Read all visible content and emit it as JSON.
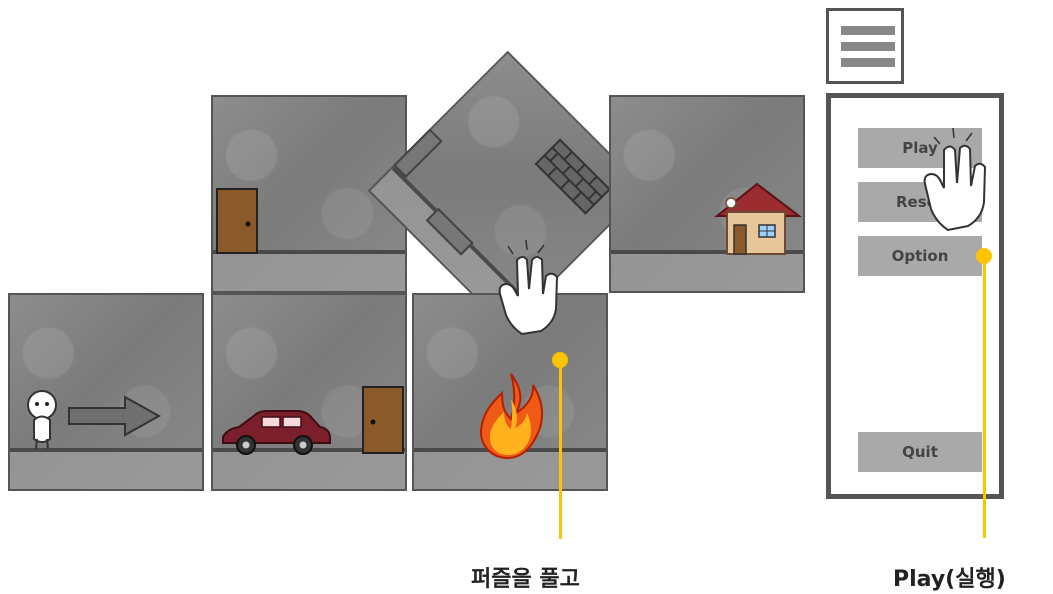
{
  "game": {
    "tiles": [
      {
        "id": "top-left-room",
        "contents": [
          "door"
        ]
      },
      {
        "id": "rotated-room",
        "contents": [
          "brick-wall",
          "ledge-left",
          "ledge-bottom"
        ]
      },
      {
        "id": "top-right-room",
        "contents": [
          "house"
        ]
      },
      {
        "id": "bottom-left-room",
        "contents": [
          "character",
          "arrow"
        ]
      },
      {
        "id": "middle-bottom-room",
        "contents": [
          "car",
          "door"
        ]
      },
      {
        "id": "bottom-right-room",
        "contents": [
          "fire"
        ]
      }
    ]
  },
  "menu": {
    "icon_name": "hamburger-menu-icon",
    "buttons": [
      {
        "label": "Play"
      },
      {
        "label": "Reset"
      },
      {
        "label": "Option"
      },
      {
        "label": "Quit"
      }
    ]
  },
  "annotations": {
    "left_caption": "퍼즐을 풀고",
    "right_caption": "Play(실행)",
    "highlight_color": "#ffc400"
  }
}
